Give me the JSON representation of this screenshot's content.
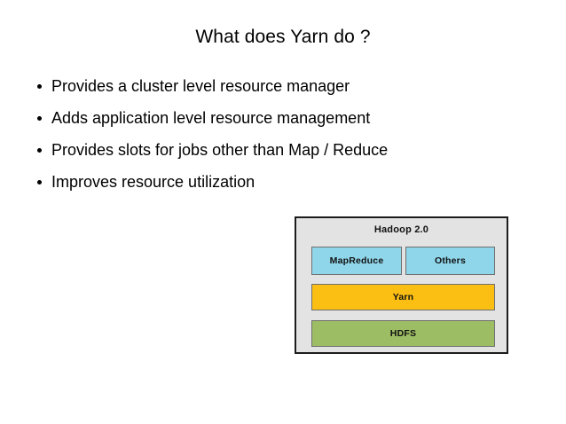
{
  "slide": {
    "title": "What does Yarn do ?",
    "bullets": [
      {
        "text": "Provides a cluster level resource manager"
      },
      {
        "text": "Adds application level resource management"
      },
      {
        "text": "Provides slots for jobs other than Map / Reduce"
      },
      {
        "text": "Improves resource utilization"
      }
    ]
  },
  "diagram": {
    "title": "Hadoop 2.0",
    "background": "#e3e3e3",
    "border_color": "#1c1c1c",
    "layers": [
      {
        "row": "applications",
        "boxes": [
          {
            "label": "MapReduce",
            "color": "#8fd6ea"
          },
          {
            "label": "Others",
            "color": "#8fd6ea"
          }
        ]
      },
      {
        "row": "resource-manager",
        "boxes": [
          {
            "label": "Yarn",
            "color": "#fbbf14"
          }
        ]
      },
      {
        "row": "storage",
        "boxes": [
          {
            "label": "HDFS",
            "color": "#9cbd63"
          }
        ]
      }
    ]
  }
}
